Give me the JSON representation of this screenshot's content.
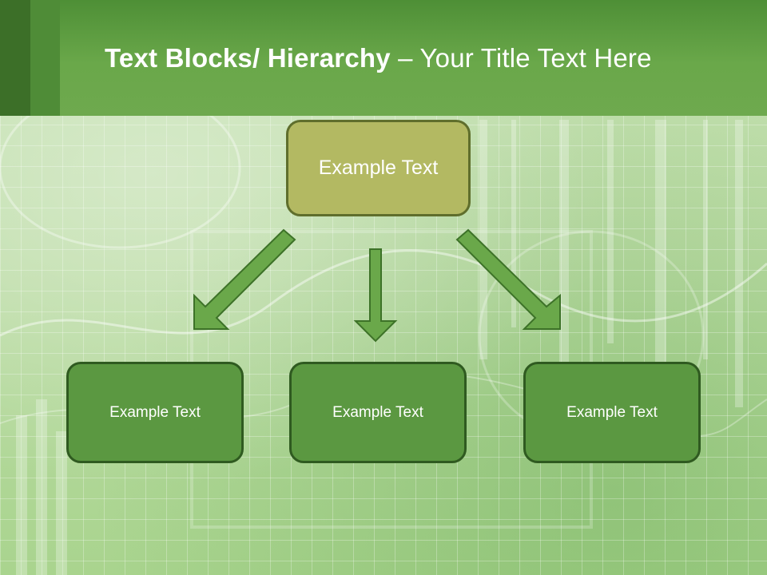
{
  "slide": {
    "title_bold": "Text Blocks/ Hierarchy",
    "title_separator": " – ",
    "title_rest": "Your Title Text Here"
  },
  "diagram": {
    "top": {
      "label": "Example Text"
    },
    "children": [
      {
        "label": "Example Text"
      },
      {
        "label": "Example Text"
      },
      {
        "label": "Example Text"
      }
    ]
  },
  "colors": {
    "header": "#6aa84a",
    "top_box": "#b3b962",
    "child_box": "#5b9841",
    "arrow": "#6aa84a"
  }
}
